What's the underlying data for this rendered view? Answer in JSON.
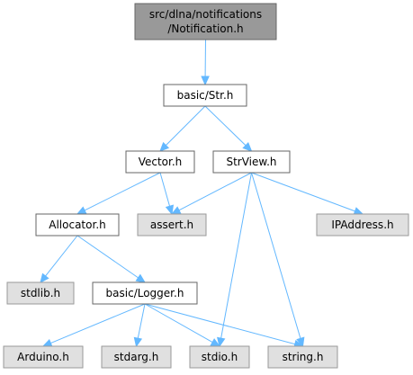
{
  "colors": {
    "edge": "#63b8ff",
    "node_border": "#666666",
    "root_fill": "#999999",
    "root_border": "#666666",
    "internal_fill": "#ffffff",
    "external_fill": "#e0e0e0",
    "external_border": "#999999",
    "text": "#000000"
  },
  "nodes": {
    "root": {
      "lines": [
        "src/dlna/notifications",
        "/Notification.h"
      ],
      "kind": "root"
    },
    "str": {
      "lines": [
        "basic/Str.h"
      ],
      "kind": "internal"
    },
    "vector": {
      "lines": [
        "Vector.h"
      ],
      "kind": "internal"
    },
    "strview": {
      "lines": [
        "StrView.h"
      ],
      "kind": "internal"
    },
    "allocator": {
      "lines": [
        "Allocator.h"
      ],
      "kind": "internal"
    },
    "assert": {
      "lines": [
        "assert.h"
      ],
      "kind": "external"
    },
    "ipaddress": {
      "lines": [
        "IPAddress.h"
      ],
      "kind": "external"
    },
    "stdlib": {
      "lines": [
        "stdlib.h"
      ],
      "kind": "external"
    },
    "logger": {
      "lines": [
        "basic/Logger.h"
      ],
      "kind": "internal"
    },
    "arduino": {
      "lines": [
        "Arduino.h"
      ],
      "kind": "external"
    },
    "stdarg": {
      "lines": [
        "stdarg.h"
      ],
      "kind": "external"
    },
    "stdio": {
      "lines": [
        "stdio.h"
      ],
      "kind": "external"
    },
    "string": {
      "lines": [
        "string.h"
      ],
      "kind": "external"
    }
  },
  "edges": [
    [
      "root",
      "str"
    ],
    [
      "str",
      "vector"
    ],
    [
      "str",
      "strview"
    ],
    [
      "vector",
      "allocator"
    ],
    [
      "vector",
      "assert"
    ],
    [
      "strview",
      "assert"
    ],
    [
      "strview",
      "ipaddress"
    ],
    [
      "strview",
      "stdio"
    ],
    [
      "strview",
      "string"
    ],
    [
      "allocator",
      "stdlib"
    ],
    [
      "allocator",
      "logger"
    ],
    [
      "logger",
      "arduino"
    ],
    [
      "logger",
      "stdarg"
    ],
    [
      "logger",
      "stdio"
    ],
    [
      "logger",
      "string"
    ]
  ]
}
